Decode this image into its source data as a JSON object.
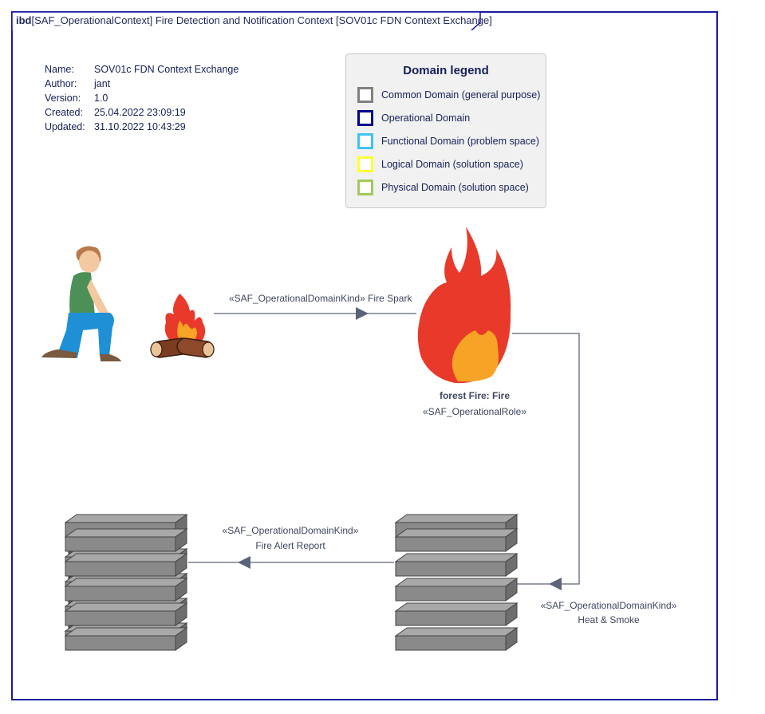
{
  "frame": {
    "kind": "ibd",
    "title": "[SAF_OperationalContext] Fire Detection and Notification Context [SOV01c FDN Context Exchange]"
  },
  "info": {
    "name_key": "Name:",
    "name_val": "SOV01c FDN Context Exchange",
    "author_key": "Author:",
    "author_val": "jant",
    "version_key": "Version:",
    "version_val": "1.0",
    "created_key": "Created:",
    "created_val": "25.04.2022 23:09:19",
    "updated_key": "Updated:",
    "updated_val": "31.10.2022 10:43:29"
  },
  "legend": {
    "title": "Domain legend",
    "items": [
      {
        "label": "Common Domain (general purpose)",
        "color": "#808080"
      },
      {
        "label": "Operational Domain",
        "color": "#00008b"
      },
      {
        "label": "Functional Domain (problem space)",
        "color": "#3ec4f2"
      },
      {
        "label": "Logical Domain (solution space)",
        "color": "#ffff33"
      },
      {
        "label": "Physical Domain (solution space)",
        "color": "#a3c95a"
      }
    ]
  },
  "flows": {
    "spark": "«SAF_OperationalDomainKind» Fire Spark",
    "alert_stereo": "«SAF_OperationalDomainKind»",
    "alert_name": "Fire Alert Report",
    "smoke_stereo": "«SAF_OperationalDomainKind»",
    "smoke_name": "Heat & Smoke"
  },
  "fire_role": {
    "name": "forest Fire: Fire",
    "stereotype": "«SAF_OperationalRole»"
  },
  "colors": {
    "frame": "#1a1aa0",
    "connector": "#5a6378",
    "flame_outer": "#e8392a",
    "flame_inner": "#f7a325",
    "server": "#8a8a8a"
  }
}
